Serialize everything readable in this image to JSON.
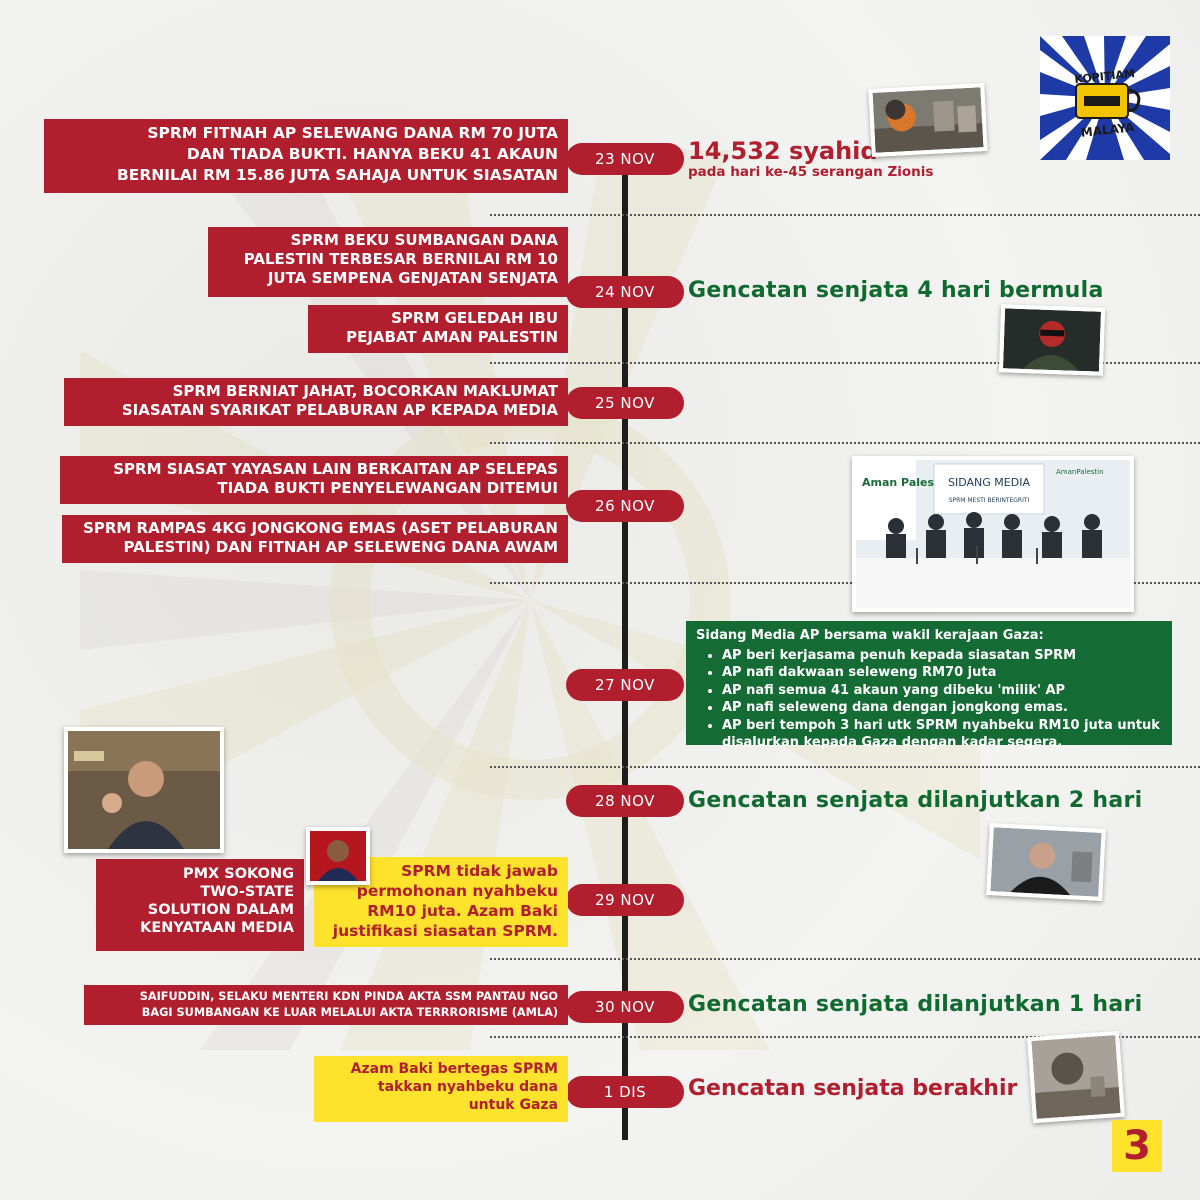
{
  "logo": {
    "line1": "KOPITIAM",
    "line2": "MALAYA",
    "icon": "coffee-cup-icon"
  },
  "page_number": "3",
  "colors": {
    "red": "#b11e2d",
    "green": "#146c34",
    "yellow": "#ffe22b",
    "axis": "#1d1d1d"
  },
  "dates": [
    "23 NOV",
    "24 NOV",
    "25 NOV",
    "26 NOV",
    "27 NOV",
    "28 NOV",
    "29 NOV",
    "30 NOV",
    "1 DIS"
  ],
  "left": {
    "nov23": [
      "SPRM FITNAH AP SELEWANG DANA RM 70 JUTA",
      "DAN TIADA BUKTI. HANYA BEKU 41 AKAUN",
      "BERNILAI RM 15.86 JUTA SAHAJA UNTUK SIASATAN"
    ],
    "nov24a": [
      "SPRM BEKU SUMBANGAN DANA",
      "PALESTIN TERBESAR BERNILAI RM 10",
      "JUTA SEMPENA GENJATAN SENJATA"
    ],
    "nov24b": [
      "SPRM GELEDAH IBU",
      "PEJABAT AMAN PALESTIN"
    ],
    "nov25": [
      "SPRM BERNIAT JAHAT, BOCORKAN MAKLUMAT",
      "SIASATAN SYARIKAT PELABURAN AP KEPADA MEDIA"
    ],
    "nov26a": [
      "SPRM SIASAT YAYASAN LAIN BERKAITAN AP SELEPAS",
      "TIADA BUKTI PENYELEWANGAN DITEMUI"
    ],
    "nov26b": [
      "SPRM RAMPAS 4KG JONGKONG EMAS (ASET PELABURAN",
      "PALESTIN) DAN FITNAH AP SELEWENG DANA AWAM"
    ],
    "nov29a": [
      "PMX SOKONG",
      "TWO-STATE",
      "SOLUTION DALAM",
      "KENYATAAN MEDIA"
    ],
    "nov29b": [
      "SPRM tidak jawab",
      "permohonan nyahbeku",
      "RM10 juta. Azam Baki",
      "justifikasi siasatan SPRM."
    ],
    "nov30": [
      "SAIFUDDIN, SELAKU MENTERI KDN PINDA AKTA SSM PANTAU NGO",
      "BAGI SUMBANGAN KE LUAR MELALUI AKTA TERRRORISME (AMLA)"
    ],
    "dis1": [
      "Azam Baki bertegas SPRM",
      "takkan nyahbeku dana",
      "untuk Gaza"
    ]
  },
  "right": {
    "nov23_big": "14,532 syahid",
    "nov23_small": "pada hari ke-45 serangan Zionis",
    "nov24": "Gencatan senjata 4 hari bermula",
    "nov27_title": "Sidang Media AP bersama wakil kerajaan Gaza:",
    "nov27_items": [
      "AP beri kerjasama penuh kepada siasatan SPRM",
      "AP nafi dakwaan seleweng RM70 juta",
      "AP nafi semua 41 akaun yang dibeku 'milik' AP",
      "AP nafi seleweng dana dengan jongkong emas.",
      "AP beri tempoh 3 hari utk SPRM nyahbeku RM10 juta untuk disalurkan kepada Gaza dengan kadar segera."
    ],
    "nov28": "Gencatan senjata dilanjutkan 2 hari",
    "nov30": "Gencatan senjata dilanjutkan 1 hari",
    "dis1": "Gencatan senjata berakhir"
  },
  "photo_press": {
    "banner_left": "Aman Palestin",
    "banner_title": "SIDANG MEDIA",
    "banner_sub": "SPRM MESTI BERINTEGRITI",
    "banner_right": "AmanPalestin"
  }
}
